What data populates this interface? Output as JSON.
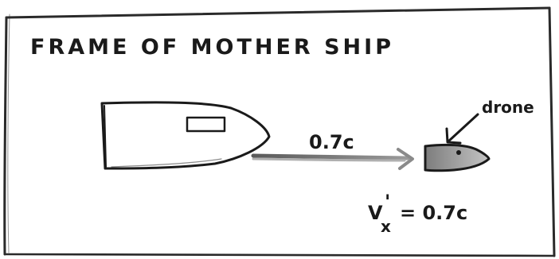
{
  "title": "FRAME OF   MOTHER SHIP",
  "speed_label": "0.7c",
  "drone_label": "drone",
  "velocity_label": {
    "symbol": "V",
    "prime": "'",
    "subscript": "x",
    "value": "= 0.7c"
  },
  "colors": {
    "ink": "#1a1a1a",
    "frame": "#2a2a2a",
    "arrow": "#8a8a8a",
    "drone_fill": "#a9a9a9"
  },
  "icons": {
    "mother_ship": "ship-icon",
    "drone": "drone-icon",
    "arrow": "arrow-icon"
  }
}
